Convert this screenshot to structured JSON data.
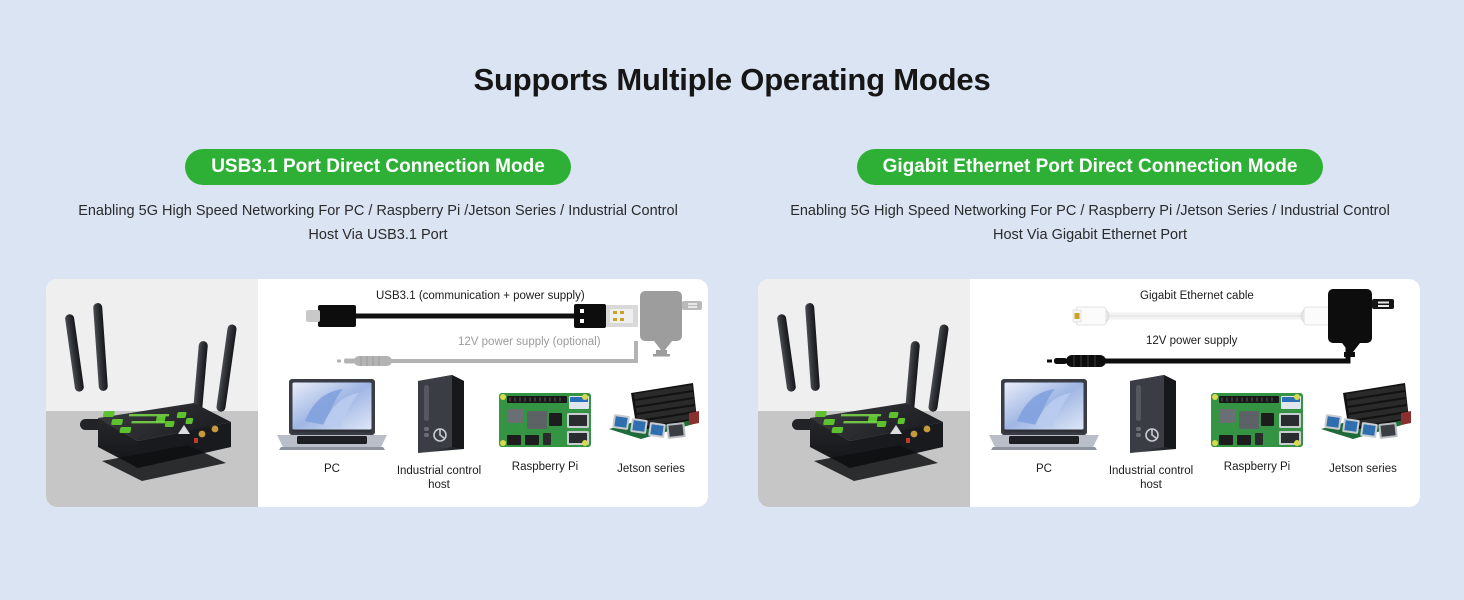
{
  "page": {
    "title": "Supports Multiple Operating Modes",
    "background_color": "#dbe4f3",
    "accent_color": "#2eb037",
    "card_color": "#ffffff"
  },
  "modes": [
    {
      "badge": "USB3.1 Port Direct Connection Mode",
      "description": "Enabling 5G High Speed Networking For PC / Raspberry Pi /Jetson Series / Industrial Control Host Via USB3.1 Port",
      "cables": [
        {
          "label": "USB3.1  (communication + power supply)",
          "style": "black"
        },
        {
          "label": "12V power supply (optional)",
          "style": "muted"
        }
      ],
      "devices": [
        {
          "label": "PC",
          "icon": "laptop-icon"
        },
        {
          "label": "Industrial control host",
          "icon": "desktop-tower-icon"
        },
        {
          "label": "Raspberry Pi",
          "icon": "raspberry-pi-board-icon"
        },
        {
          "label": "Jetson series",
          "icon": "jetson-board-icon"
        }
      ],
      "product_photo": "5g-router-with-four-antennas"
    },
    {
      "badge": "Gigabit Ethernet Port Direct Connection Mode",
      "description": "Enabling 5G High Speed Networking For PC / Raspberry Pi /Jetson Series / Industrial Control Host Via Gigabit Ethernet Port",
      "cables": [
        {
          "label": "Gigabit Ethernet cable",
          "style": "white"
        },
        {
          "label": "12V power supply",
          "style": "black"
        }
      ],
      "devices": [
        {
          "label": "PC",
          "icon": "laptop-icon"
        },
        {
          "label": "Industrial control host",
          "icon": "desktop-tower-icon"
        },
        {
          "label": "Raspberry Pi",
          "icon": "raspberry-pi-board-icon"
        },
        {
          "label": "Jetson series",
          "icon": "jetson-board-icon"
        }
      ],
      "product_photo": "5g-router-with-four-antennas"
    }
  ]
}
